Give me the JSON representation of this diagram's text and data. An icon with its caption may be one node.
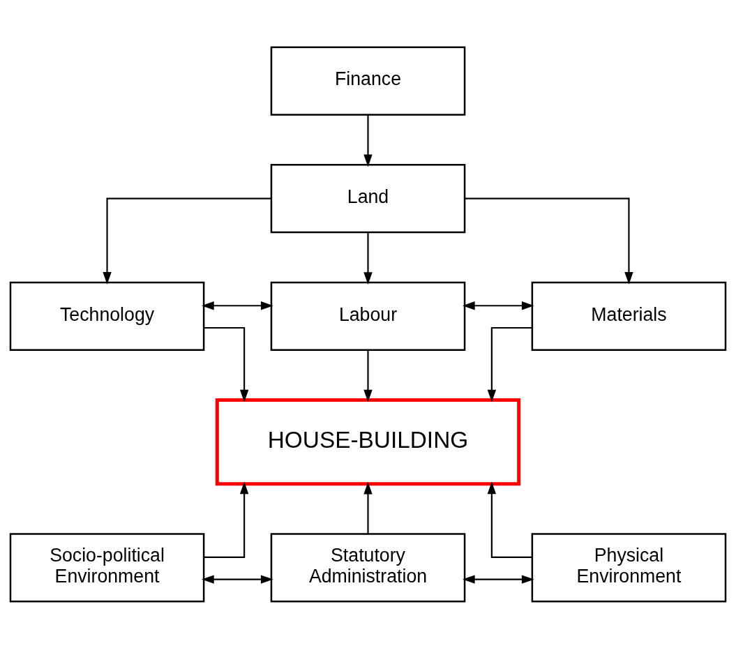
{
  "diagram": {
    "nodes": [
      {
        "text": [
          "Finance"
        ]
      },
      {
        "text": [
          "Land"
        ]
      },
      {
        "text": [
          "Technology"
        ]
      },
      {
        "text": [
          "Labour"
        ]
      },
      {
        "text": [
          "Materials"
        ]
      },
      {
        "text": [
          "HOUSE-BUILDING"
        ]
      },
      {
        "text": [
          "Socio-political Environment"
        ]
      },
      {
        "text": [
          "Statutory Administration"
        ]
      },
      {
        "text": [
          "Physical Environment"
        ]
      }
    ],
    "edges": [
      {
        "from": 0,
        "to": 1,
        "arrow": "to"
      },
      {
        "from": 1,
        "to": 2,
        "arrow": "to"
      },
      {
        "from": 1,
        "to": 3,
        "arrow": "to"
      },
      {
        "from": 1,
        "to": 4,
        "arrow": "to"
      },
      {
        "from": 2,
        "to": 3,
        "arrow": "both"
      },
      {
        "from": 3,
        "to": 4,
        "arrow": "both"
      },
      {
        "from": 2,
        "to": 5,
        "arrow": "to"
      },
      {
        "from": 3,
        "to": 5,
        "arrow": "to"
      },
      {
        "from": 4,
        "to": 5,
        "arrow": "to"
      },
      {
        "from": 6,
        "to": 5,
        "arrow": "to"
      },
      {
        "from": 7,
        "to": 5,
        "arrow": "to"
      },
      {
        "from": 8,
        "to": 5,
        "arrow": "to"
      },
      {
        "from": 6,
        "to": 7,
        "arrow": "both"
      },
      {
        "from": 7,
        "to": 8,
        "arrow": "both"
      }
    ]
  }
}
